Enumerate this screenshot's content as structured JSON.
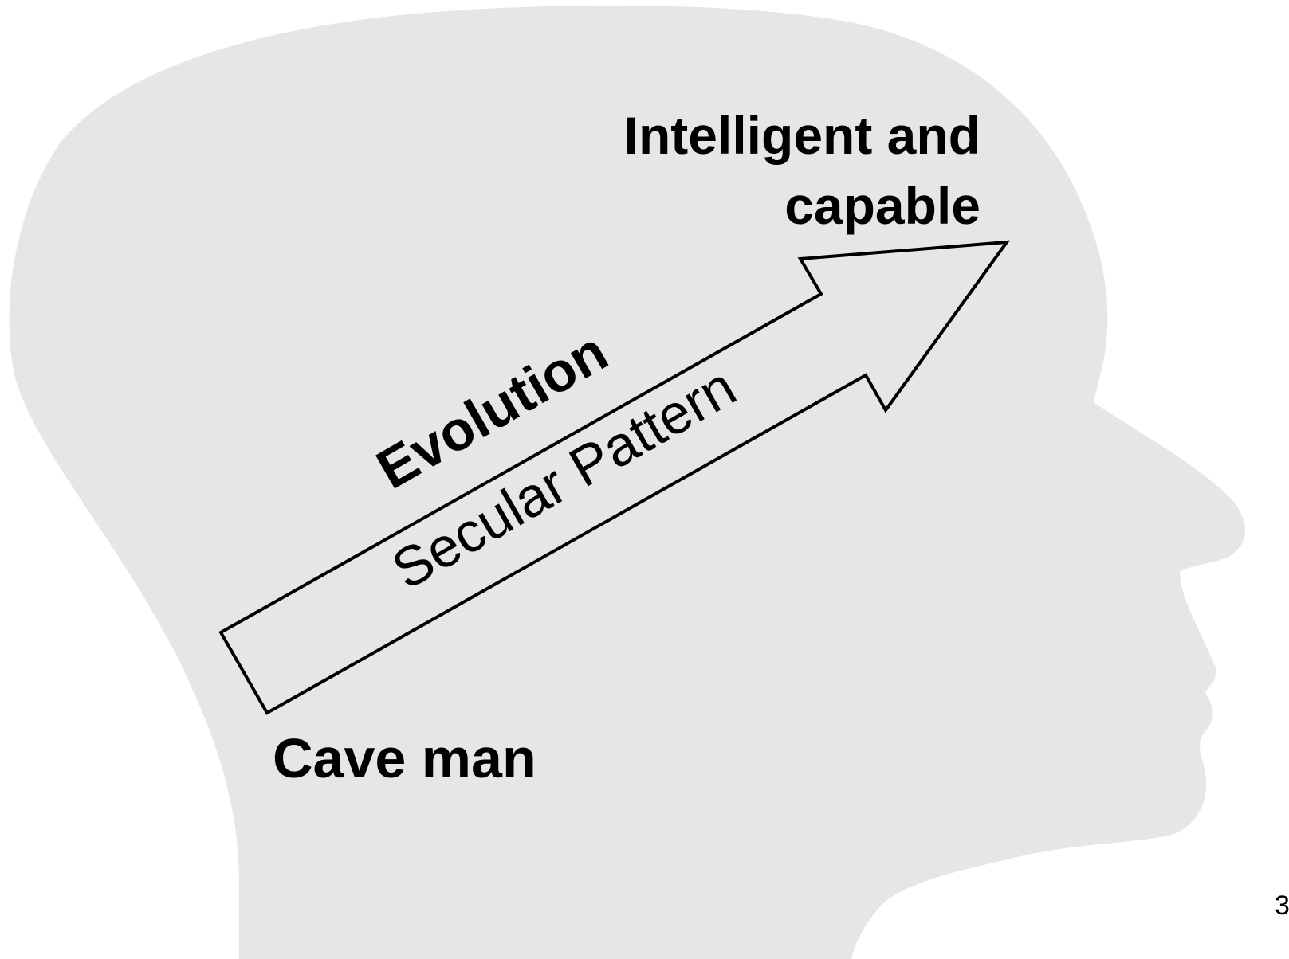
{
  "diagram": {
    "end_label_line1": "Intelligent and",
    "end_label_line2": "capable",
    "start_label": "Cave man",
    "above_arrow_label": "Evolution",
    "arrow_label": "Secular Pattern",
    "slide_number": "3"
  },
  "colors": {
    "head_fill": "#e6e6e6",
    "arrow_stroke": "#000000",
    "arrow_fill": "none",
    "text": "#000000"
  }
}
